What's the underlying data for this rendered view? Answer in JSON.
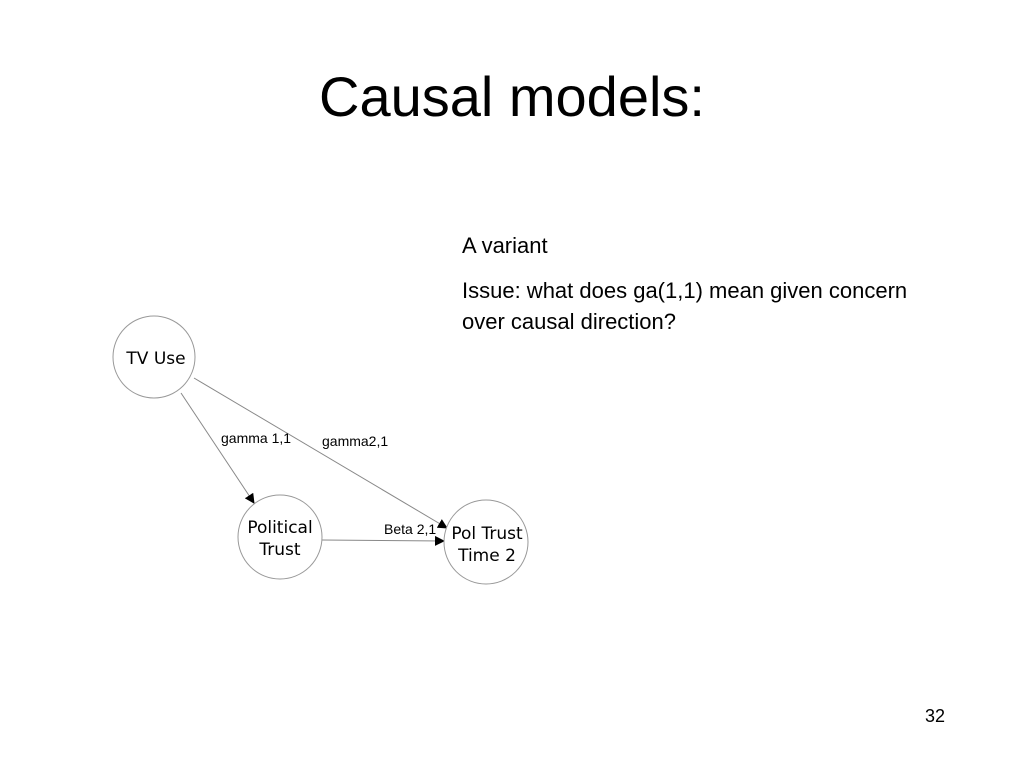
{
  "slide": {
    "title": "Causal models:",
    "notes": [
      "A variant",
      "Issue: what does ga(1,1) mean given concern over causal direction?"
    ],
    "page_number": "32"
  },
  "diagram": {
    "nodes": {
      "tv_use": [
        "TV Use"
      ],
      "political_trust": [
        "Political",
        "Trust"
      ],
      "pol_trust_time2": [
        "Pol Trust",
        "Time 2"
      ]
    },
    "edges": {
      "gamma11": "gamma 1,1",
      "gamma21": "gamma2,1",
      "beta21": "Beta 2,1"
    }
  }
}
